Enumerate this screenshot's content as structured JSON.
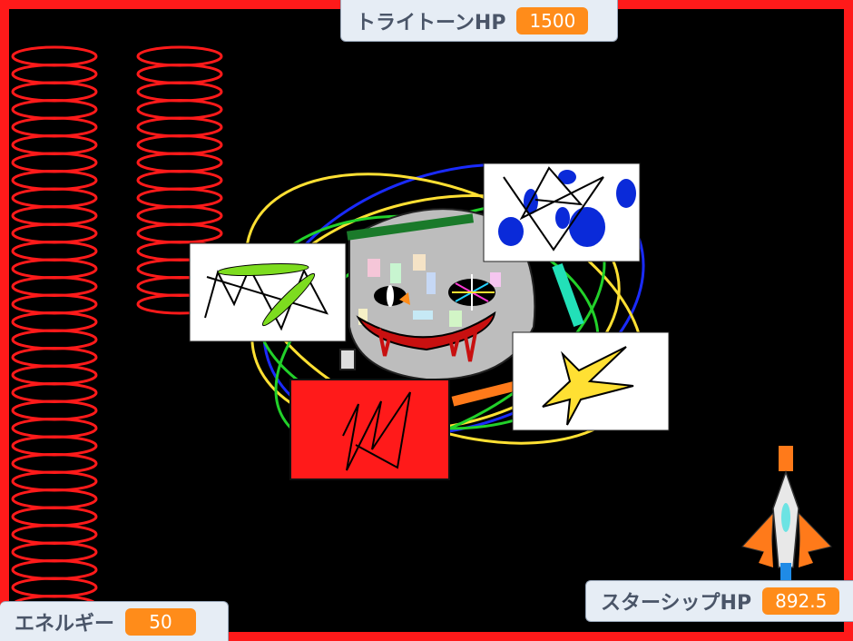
{
  "monitors": {
    "boss_hp": {
      "label": "トライトーンHP",
      "value": "1500"
    },
    "energy": {
      "label": "エネルギー",
      "value": "50"
    },
    "ship_hp": {
      "label": "スターシップHP",
      "value": "892.5"
    }
  },
  "colors": {
    "frame": "#ff1a1a",
    "background": "#000000",
    "monitor_bg": "#e6edf5",
    "monitor_value": "#ff8c1a",
    "spring": "#ff1a1a",
    "card_red": "#ff1a1a",
    "blue_shape": "#0a2ad9",
    "yellow_star": "#ffe033",
    "green_oval": "#7ddc1f"
  },
  "sprites": [
    "spring-coil-icon",
    "boss-face-icon",
    "shape-card-icon",
    "starship-icon"
  ]
}
